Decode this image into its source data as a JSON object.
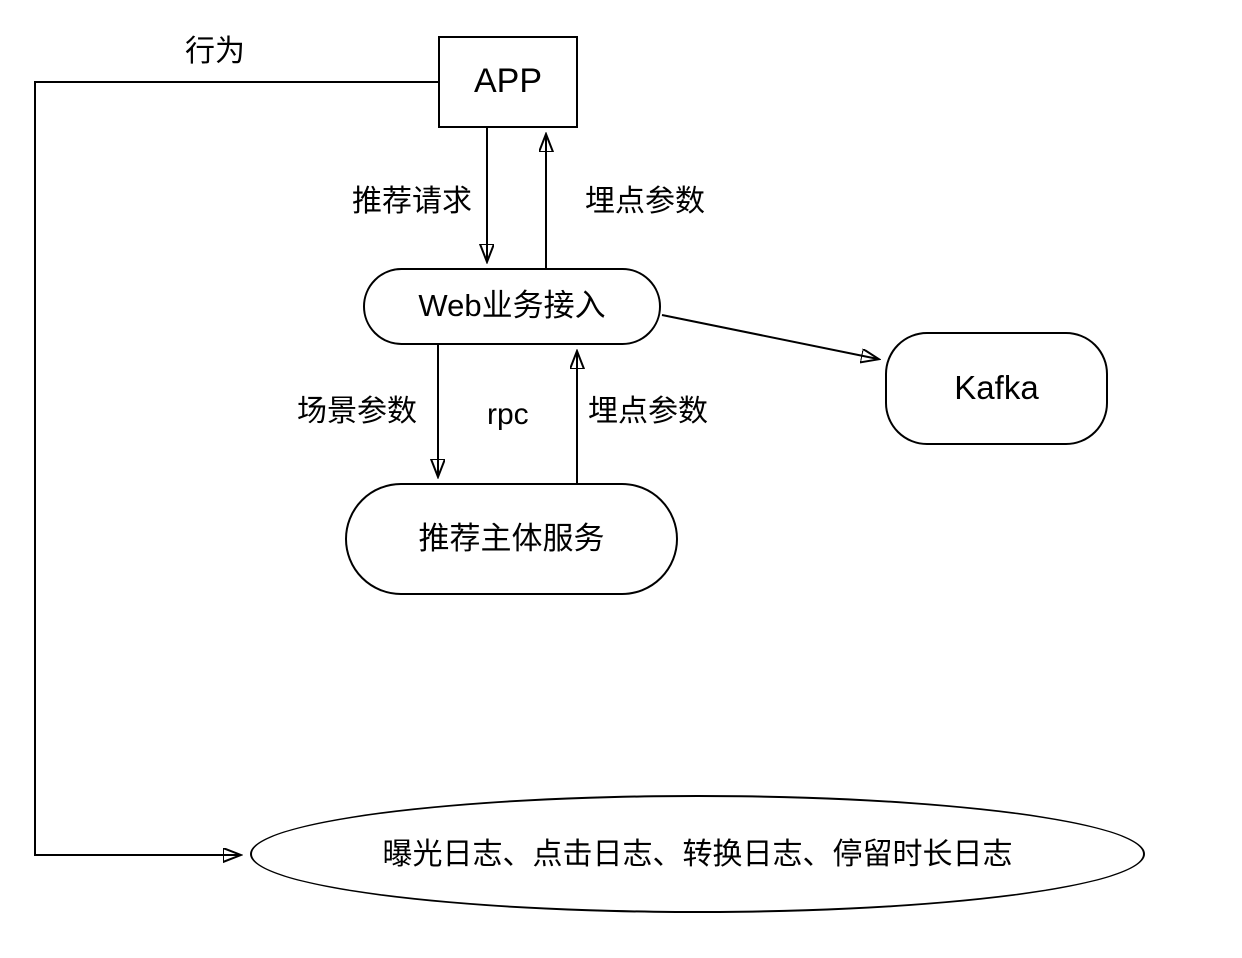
{
  "diagram": {
    "nodes": {
      "app": {
        "label": "APP",
        "shape": "rectangle"
      },
      "web_access": {
        "label": "Web业务接入",
        "shape": "stadium"
      },
      "kafka": {
        "label": "Kafka",
        "shape": "stadium"
      },
      "recommend_service": {
        "label": "推荐主体服务",
        "shape": "stadium"
      },
      "logs": {
        "label": "曝光日志、点击日志、转换日志、停留时长日志",
        "shape": "ellipse"
      }
    },
    "edge_labels": {
      "behavior": "行为",
      "recommend_request": "推荐请求",
      "tracking_params_top": "埋点参数",
      "scene_params": "场景参数",
      "rpc": "rpc",
      "tracking_params_bottom": "埋点参数"
    },
    "edges": [
      {
        "from": "app",
        "to": "logs",
        "label": "行为"
      },
      {
        "from": "app",
        "to": "web_access",
        "label": "推荐请求"
      },
      {
        "from": "web_access",
        "to": "app",
        "label": "埋点参数"
      },
      {
        "from": "web_access",
        "to": "kafka",
        "label": ""
      },
      {
        "from": "web_access",
        "to": "recommend_service",
        "label": "场景参数 / rpc"
      },
      {
        "from": "recommend_service",
        "to": "web_access",
        "label": "埋点参数 / rpc"
      }
    ],
    "colors": {
      "stroke": "#000000",
      "background": "#ffffff",
      "text": "#000000"
    }
  }
}
